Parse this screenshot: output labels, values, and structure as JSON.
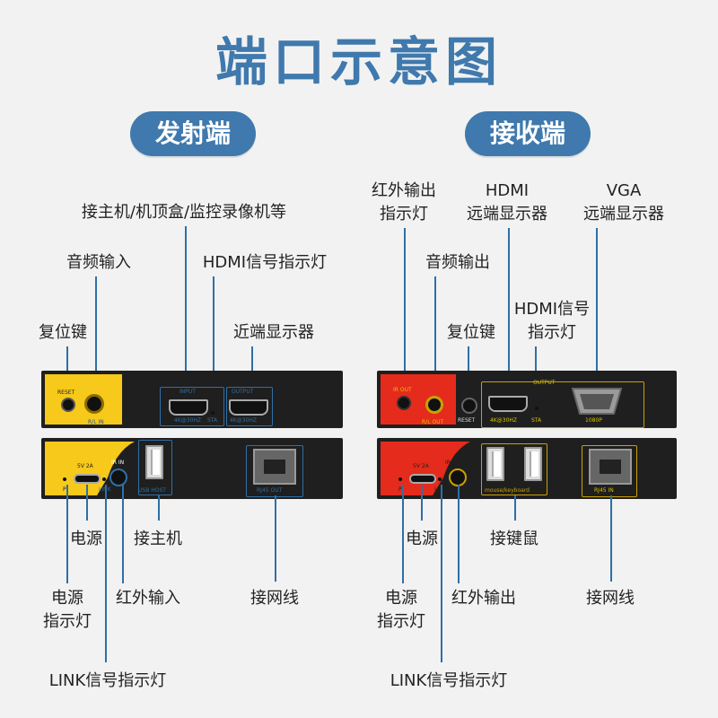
{
  "title": "端口示意图",
  "transmitter": {
    "heading": "发射端",
    "labels": {
      "host": "接主机/机顶盒/监控录像机等",
      "audio_in": "音频输入",
      "hdmi_led": "HDMI信号指示灯",
      "reset": "复位键",
      "near_display": "近端显示器",
      "power": "电源",
      "host2": "接主机",
      "power_led_1": "电源",
      "power_led_2": "指示灯",
      "ir_in": "红外输入",
      "network": "接网线",
      "link_led": "LINK信号指示灯"
    },
    "device_text": {
      "reset": "RESET",
      "rl_in": "R/L IN",
      "input": "INPUT",
      "output": "OUTPUT",
      "res_in": "4K@30HZ",
      "sta": "STA",
      "res_out": "4K@30HZ",
      "p": "P",
      "power_spec": "5V 2A",
      "link": "LINK",
      "ir_in": "IR IN",
      "usb_host": "USB HOST",
      "rj45": "RJ45 OUT"
    }
  },
  "receiver": {
    "heading": "接收端",
    "labels": {
      "ir_out_led_1": "红外输出",
      "ir_out_led_2": "指示灯",
      "hdmi_1": "HDMI",
      "hdmi_2": "远端显示器",
      "vga_1": "VGA",
      "vga_2": "远端显示器",
      "audio_out": "音频输出",
      "hdmi_led_1": "HDMI信号",
      "hdmi_led_2": "指示灯",
      "reset": "复位键",
      "power": "电源",
      "kbm": "接键鼠",
      "power_led_1": "电源",
      "power_led_2": "指示灯",
      "ir_out": "红外输出",
      "network": "接网线",
      "link_led": "LINK信号指示灯"
    },
    "device_text": {
      "ir_out": "IR OUT",
      "rl_out": "R/L OUT",
      "reset": "RESET",
      "output": "OUTPUT",
      "res": "4K@30HZ",
      "sta": "STA",
      "res_vga": "1080P",
      "p": "P",
      "power_spec": "5V 2A",
      "link": "LINK",
      "ir_out2": "IR OUT",
      "mk": "mouse/keyboard",
      "rj45": "RJ45 IN"
    }
  },
  "colors": {
    "accent": "#3f79ad",
    "tx_panel": "#f6c91a",
    "rx_panel": "#e52b1c",
    "device_body": "#1f1f1f"
  }
}
